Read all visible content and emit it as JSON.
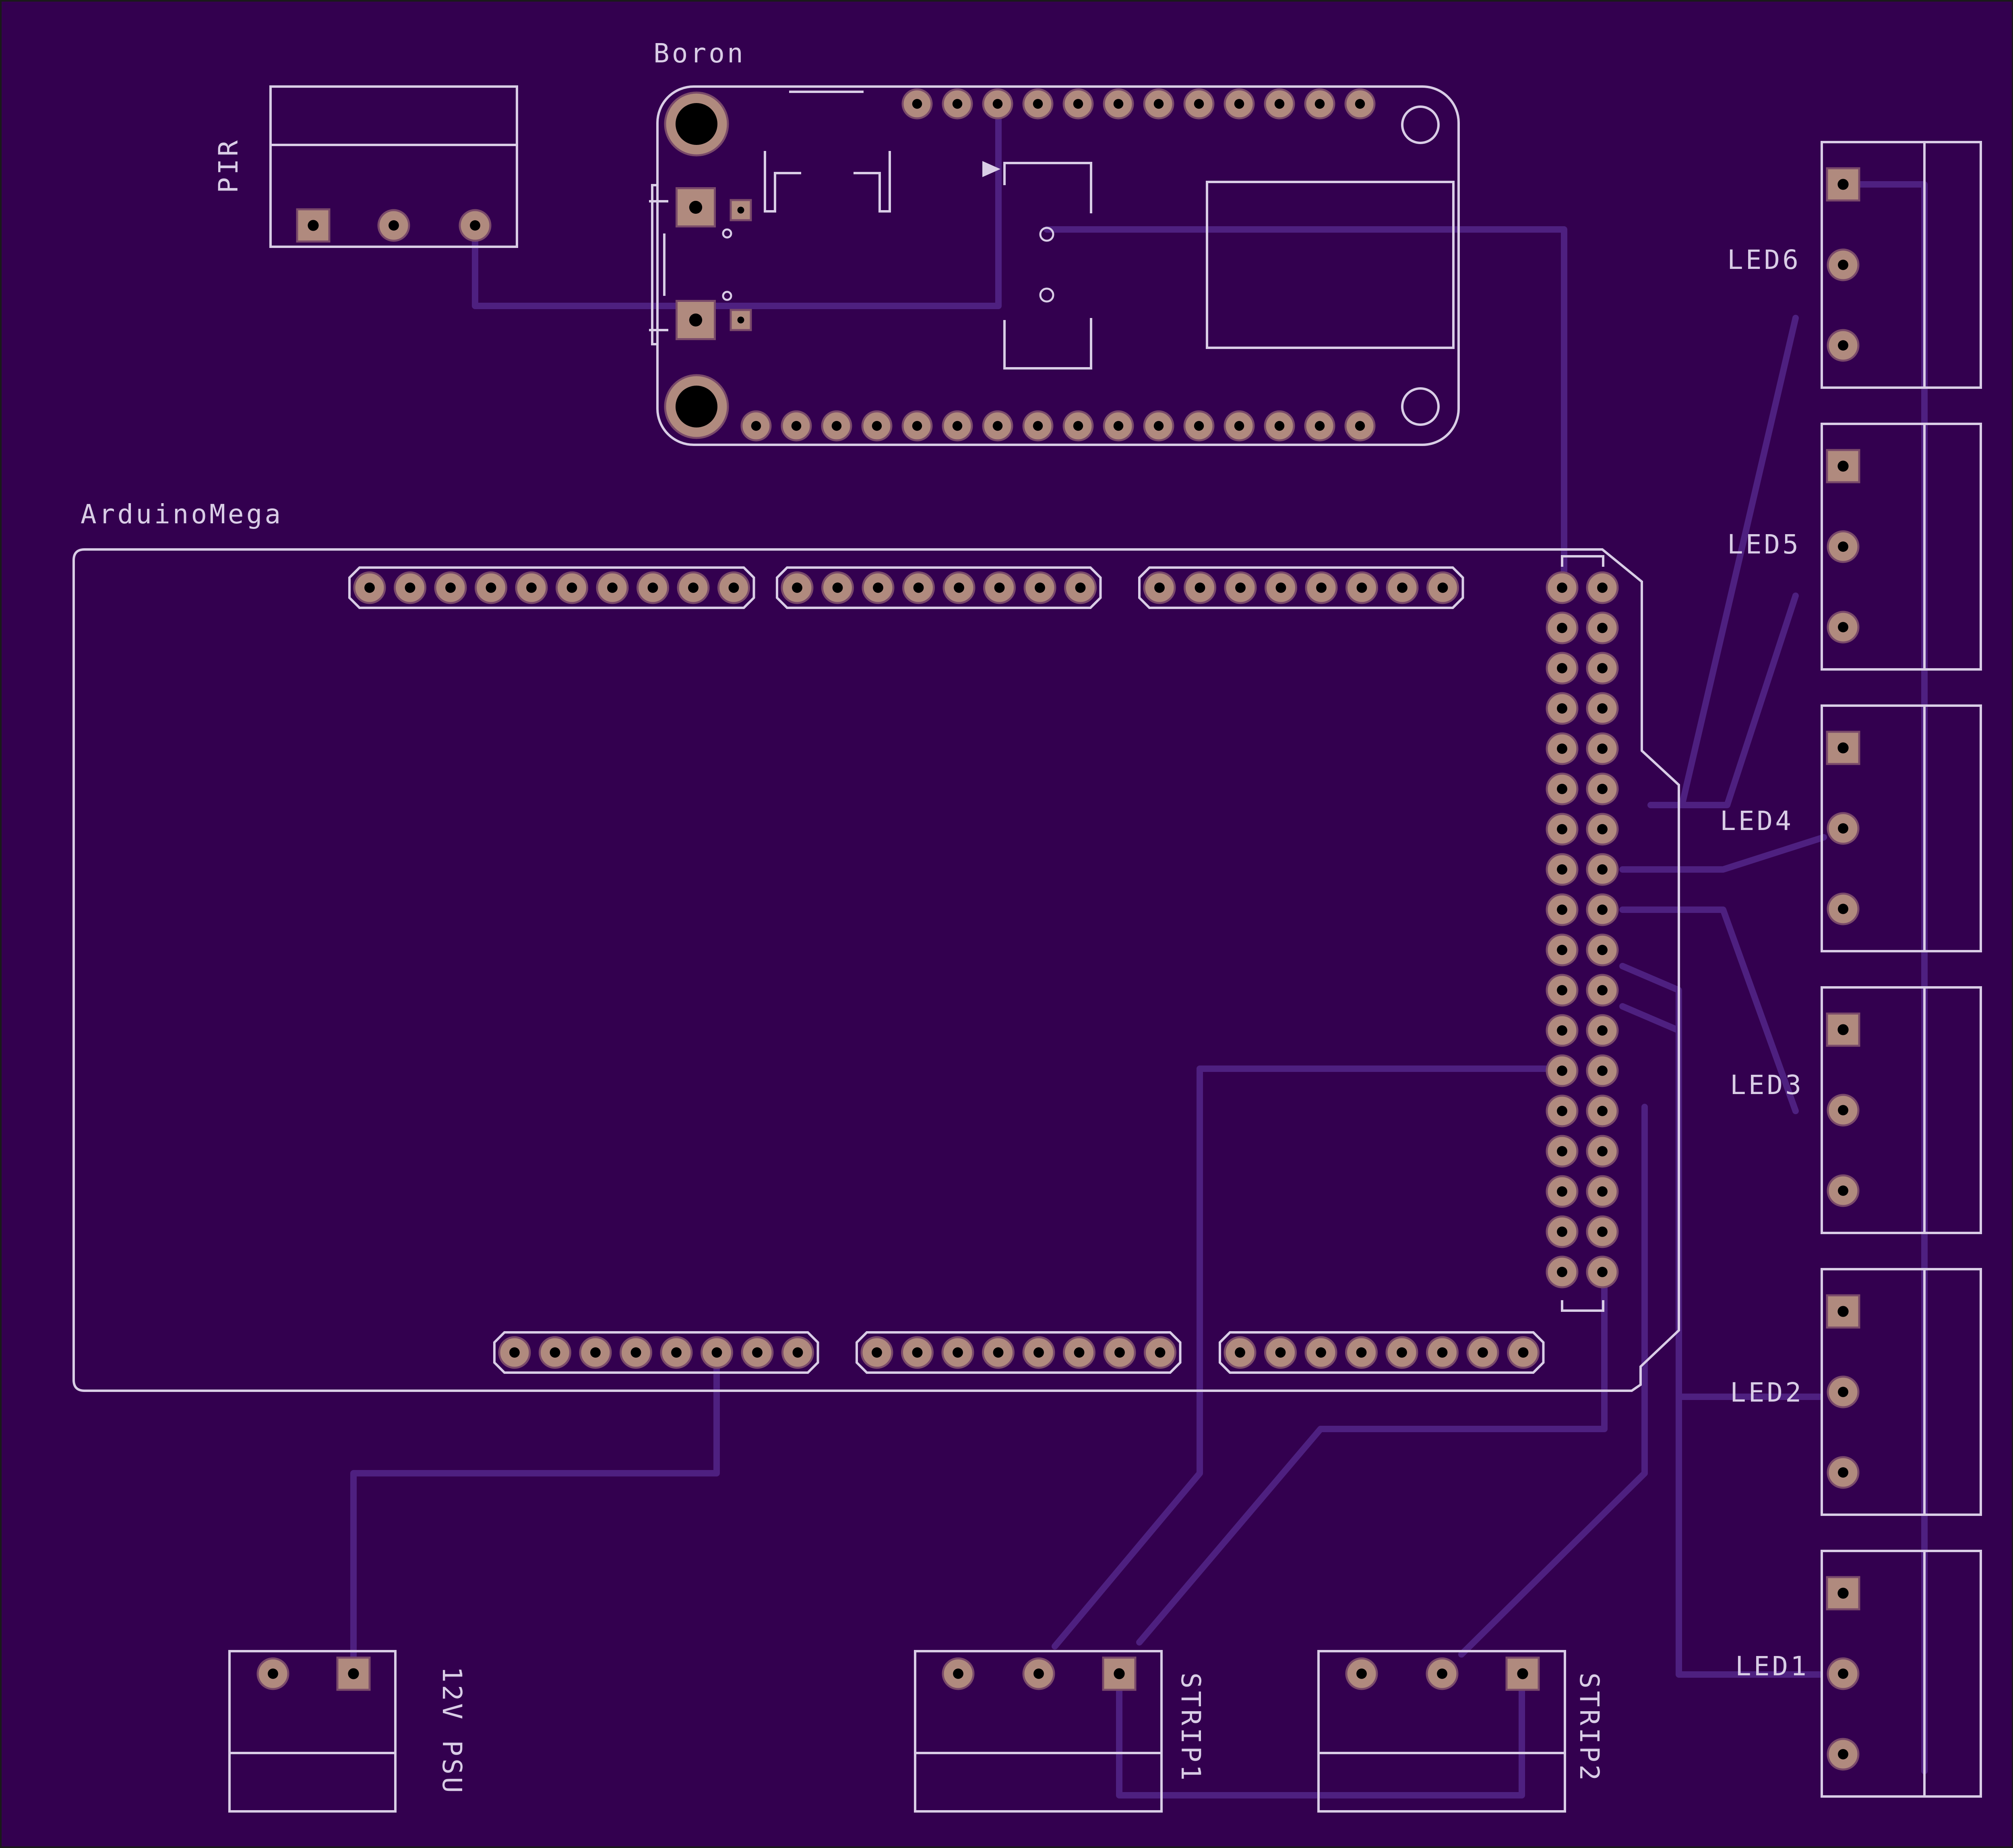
{
  "board": {
    "background": "#33004f",
    "outline_color": "#1a1a1a",
    "silkscreen_color": "#d9cde6",
    "trace_color": "#4e2080",
    "pad_color": "#b08a7e"
  },
  "labels": {
    "boron": "Boron",
    "arduino": "ArduinoMega",
    "pir": "PIR",
    "led6": "LED6",
    "led5": "LED5",
    "led4": "LED4",
    "led3": "LED3",
    "led2": "LED2",
    "led1": "LED1",
    "psu": "12V PSU",
    "strip1": "STRIP1",
    "strip2": "STRIP2"
  }
}
